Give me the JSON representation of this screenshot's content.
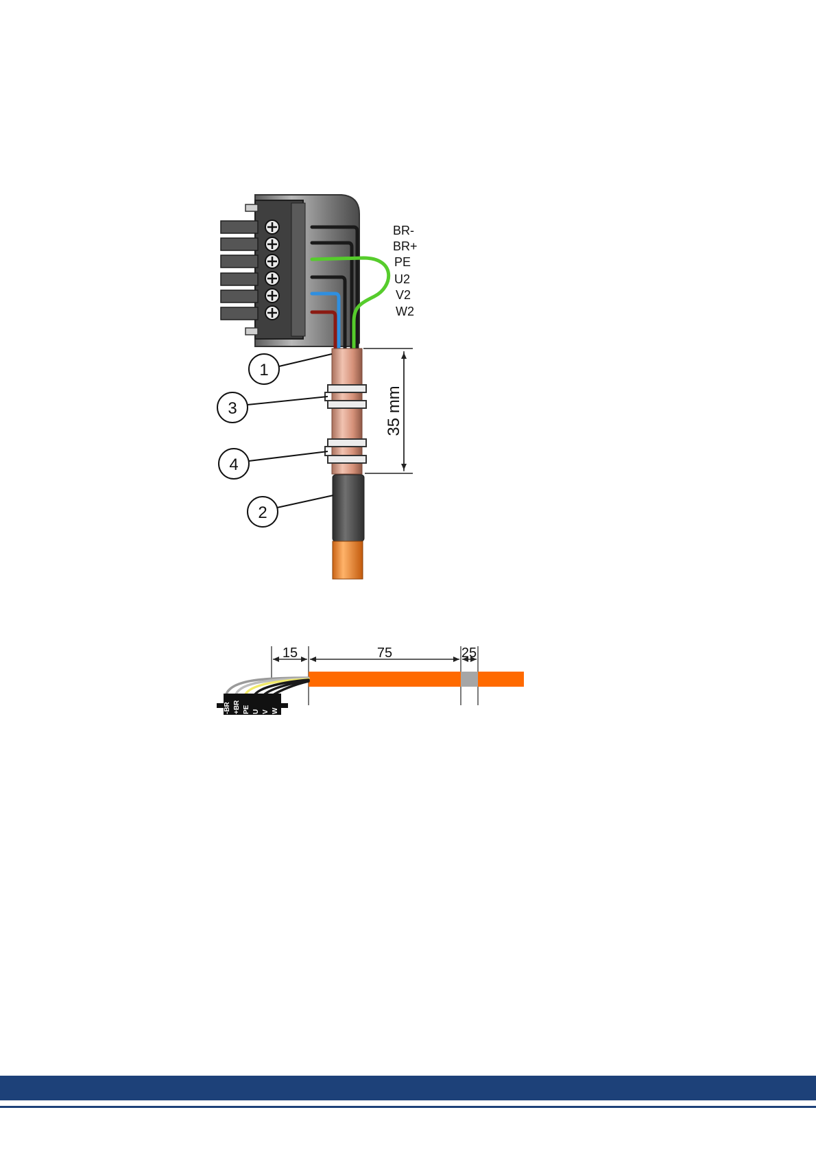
{
  "connector_diagram": {
    "wire_labels": [
      "BR-",
      "BR+",
      "PE",
      "U2",
      "V2",
      "W2"
    ],
    "callouts": [
      "1",
      "3",
      "4",
      "2"
    ],
    "dimension": "35 mm"
  },
  "strip_diagram": {
    "dimensions": [
      "15",
      "75",
      "25"
    ],
    "pin_labels": [
      "-BR",
      "+BR",
      "PE",
      "U",
      "V",
      "W"
    ]
  },
  "colors": {
    "footer": "#1d4179",
    "cable_orange": "#ff6a00",
    "shield_copper": "#d9977e",
    "wire_green": "#56cc2c",
    "wire_blue": "#2f8fe0",
    "wire_red": "#8b1a12",
    "wire_black": "#1a1a1a"
  }
}
